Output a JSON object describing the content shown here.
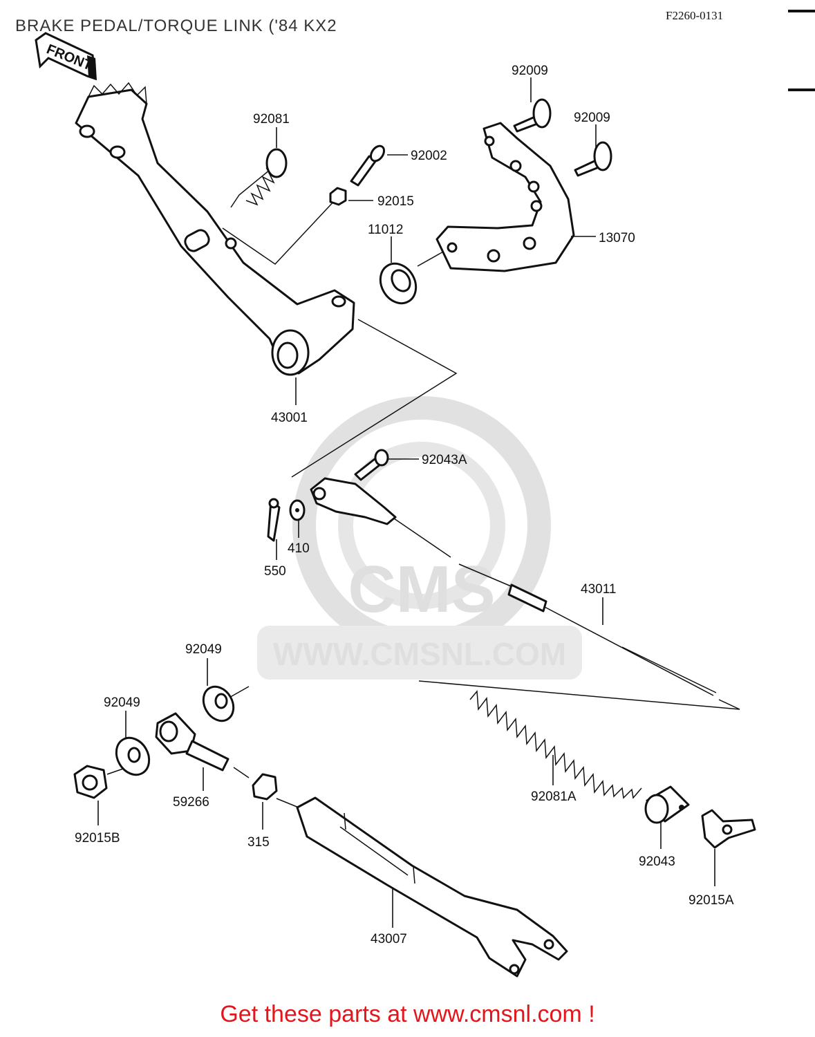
{
  "header": {
    "title": "BRAKE PEDAL/TORQUE LINK ('84 KX2",
    "figure_code": "F2260-0131"
  },
  "front_marker": "FRONT",
  "watermark": {
    "logo_text": "CMS",
    "url_text": "WWW.CMSNL.COM"
  },
  "parts": [
    {
      "number": "92009"
    },
    {
      "number": "92009"
    },
    {
      "number": "92081"
    },
    {
      "number": "92002"
    },
    {
      "number": "92015"
    },
    {
      "number": "11012"
    },
    {
      "number": "13070"
    },
    {
      "number": "43001"
    },
    {
      "number": "92043A"
    },
    {
      "number": "410"
    },
    {
      "number": "550"
    },
    {
      "number": "43011"
    },
    {
      "number": "92049"
    },
    {
      "number": "92049"
    },
    {
      "number": "59266"
    },
    {
      "number": "92015B"
    },
    {
      "number": "315"
    },
    {
      "number": "92081A"
    },
    {
      "number": "92043"
    },
    {
      "number": "92015A"
    },
    {
      "number": "43007"
    }
  ],
  "footer": {
    "cta": "Get these parts at www.cmsnl.com !"
  }
}
